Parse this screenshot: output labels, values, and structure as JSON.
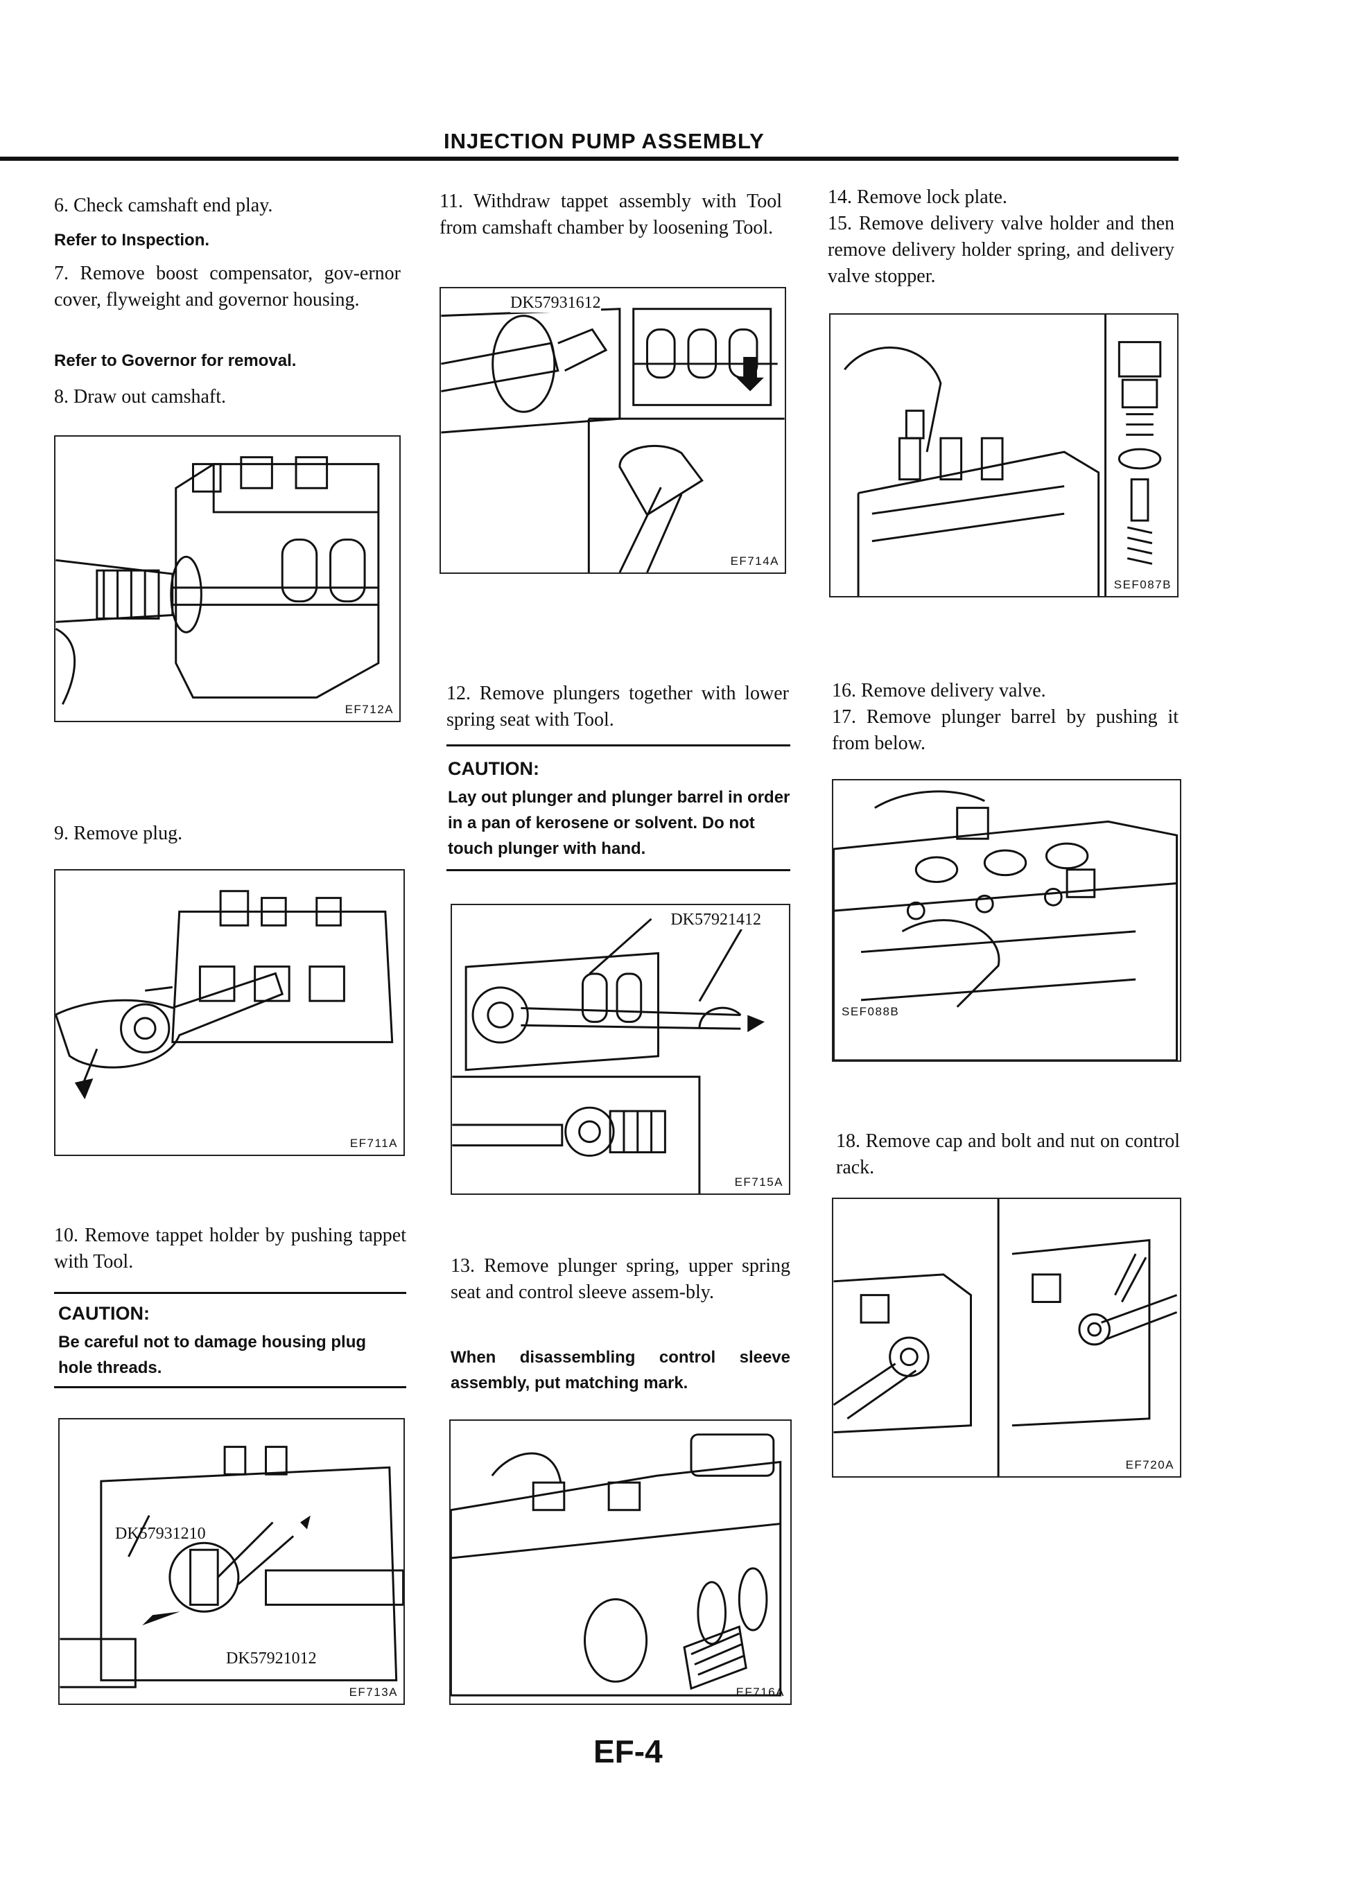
{
  "header": {
    "title": "INJECTION PUMP ASSEMBLY"
  },
  "page_number": "EF-4",
  "col1": {
    "step6": "6.  Check camshaft end play.",
    "step6_ref": "Refer to Inspection.",
    "step7": "7.  Remove boost compensator, gov-ernor cover, flyweight and governor housing.",
    "step7_ref": "Refer to Governor for removal.",
    "step8": "8.  Draw out camshaft.",
    "fig712": "EF712A",
    "step9": "9.  Remove plug.",
    "fig711": "EF711A",
    "step10": "10. Remove tappet holder by pushing tappet with Tool.",
    "caution_title": "CAUTION:",
    "caution_text": "Be careful not to damage housing plug hole threads.",
    "fig713": "EF713A",
    "fig713_tool1": "DK57931210",
    "fig713_tool2": "DK57921012"
  },
  "col2": {
    "step11": "11. Withdraw tappet assembly with Tool from camshaft chamber by loosening Tool.",
    "fig714_tool": "DK57931612",
    "fig714": "EF714A",
    "step12": "12. Remove plungers together with lower spring seat with Tool.",
    "caution_title": "CAUTION:",
    "caution_text": "Lay out plunger and plunger barrel in order in a pan of kerosene or solvent. Do not touch plunger with hand.",
    "fig715_tool": "DK57921412",
    "fig715": "EF715A",
    "step13": "13. Remove plunger spring, upper spring seat and control sleeve assem-bly.",
    "step13_note": "When disassembling control sleeve assembly, put matching mark.",
    "fig716": "EF716A"
  },
  "col3": {
    "step14": "14. Remove lock plate.",
    "step15": "15. Remove delivery valve holder and then remove delivery holder spring, and delivery valve stopper.",
    "fig087": "SEF087B",
    "step16": "16. Remove delivery valve.",
    "step17": "17. Remove plunger barrel by pushing it from below.",
    "fig088": "SEF088B",
    "step18": "18. Remove cap and bolt and nut on control rack.",
    "fig720": "EF720A"
  }
}
